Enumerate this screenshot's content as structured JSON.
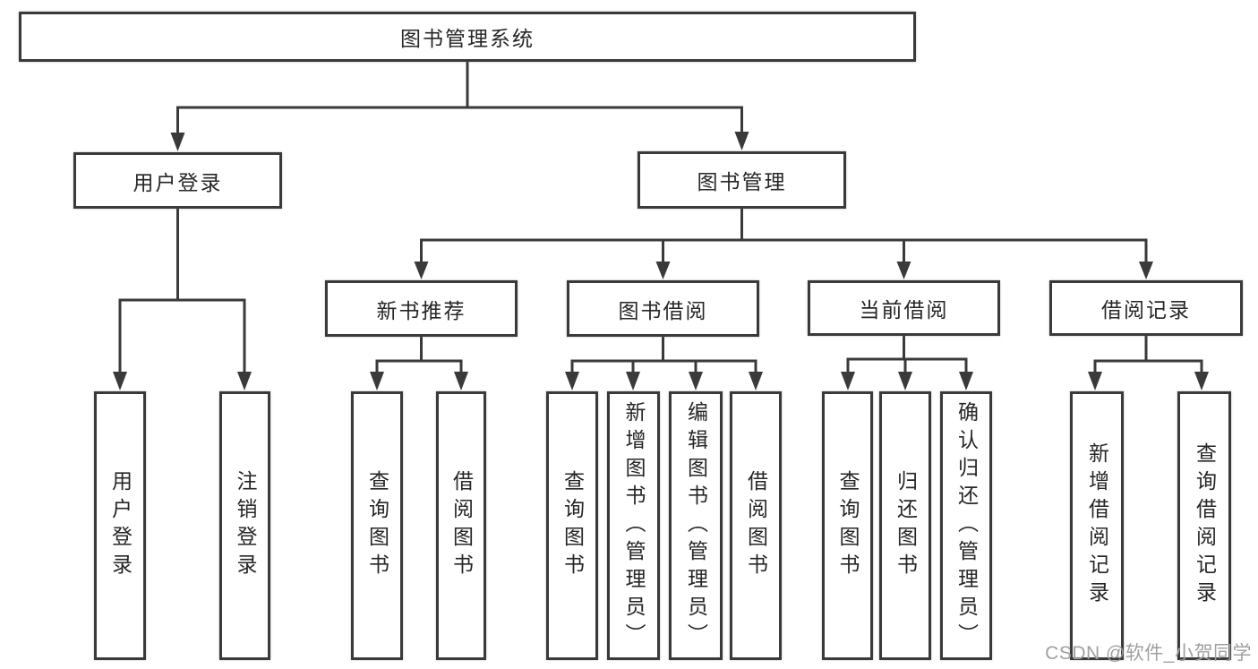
{
  "colors": {
    "line": "#3a3a3a",
    "text": "#262626",
    "node_background": "#ffffff",
    "background": "#ffffff",
    "watermark": "#a0a0a0"
  },
  "watermark": {
    "text": "CSDN @软件_小贺同学"
  },
  "tree": {
    "root": {
      "label": "图书管理系统",
      "children": [
        {
          "label": "用户登录",
          "children": [
            {
              "label": "用户登录"
            },
            {
              "label": "注销登录"
            }
          ]
        },
        {
          "label": "图书管理",
          "children": [
            {
              "label": "新书推荐",
              "children": [
                {
                  "label": "查询图书"
                },
                {
                  "label": "借阅图书"
                }
              ]
            },
            {
              "label": "图书借阅",
              "children": [
                {
                  "label": "查询图书"
                },
                {
                  "label": "新增图书（管理员）"
                },
                {
                  "label": "编辑图书（管理员）"
                },
                {
                  "label": "借阅图书"
                }
              ]
            },
            {
              "label": "当前借阅",
              "children": [
                {
                  "label": "查询图书"
                },
                {
                  "label": "归还图书"
                },
                {
                  "label": "确认归还（管理员）"
                }
              ]
            },
            {
              "label": "借阅记录",
              "children": [
                {
                  "label": "新增借阅记录"
                },
                {
                  "label": "查询借阅记录"
                }
              ]
            }
          ]
        }
      ]
    }
  }
}
